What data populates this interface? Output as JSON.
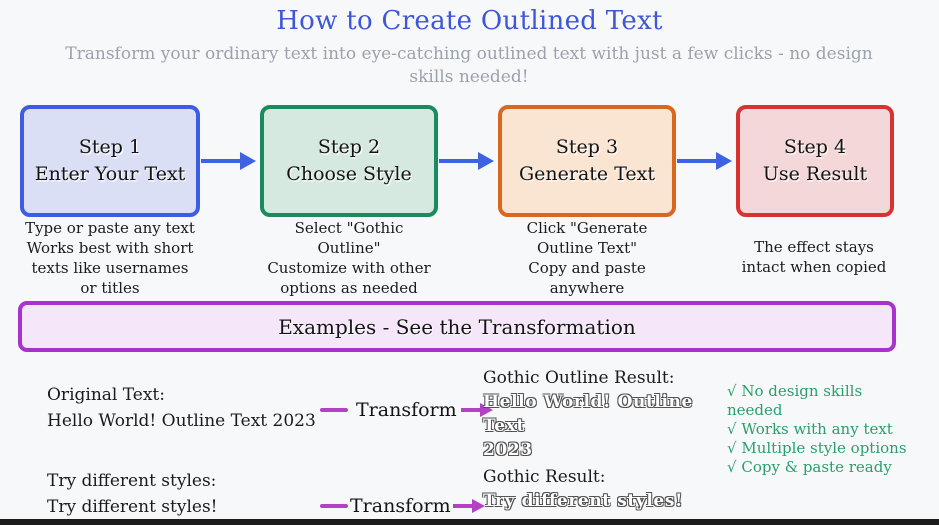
{
  "theme": {
    "background": "#f7f8fa",
    "title_color": "#3f56d6",
    "subtitle_color": "#9ba2ab",
    "flow_arrow_color": "#3d63e2",
    "transform_color": "#b441c5",
    "check_color": "#28a06d",
    "step_colors": [
      {
        "border": "#3d5ce0",
        "fill": "#dbdff6"
      },
      {
        "border": "#1a8a5f",
        "fill": "#d6e9e0"
      },
      {
        "border": "#d9671e",
        "fill": "#fae5d3"
      },
      {
        "border": "#d93232",
        "fill": "#f4d7d8"
      }
    ],
    "banner_border": "#a832cc",
    "banner_fill": "#f5e7f9"
  },
  "header": {
    "title": "How to Create Outlined Text",
    "subtitle": "Transform your ordinary text into eye-catching outlined text with just a few clicks - no design skills needed!"
  },
  "steps": [
    {
      "label": "Step 1",
      "name": "Enter Your Text",
      "caption": [
        "Type or paste any text",
        "Works best with short",
        "texts like usernames",
        "or titles"
      ]
    },
    {
      "label": "Step 2",
      "name": "Choose Style",
      "caption": [
        "Select \"Gothic",
        "Outline\"",
        "Customize with other",
        "options as needed"
      ]
    },
    {
      "label": "Step 3",
      "name": "Generate Text",
      "caption": [
        "Click \"Generate",
        "Outline Text\"",
        "Copy and paste",
        "anywhere"
      ]
    },
    {
      "label": "Step 4",
      "name": "Use Result",
      "caption": [
        "The effect stays",
        "intact when copied"
      ]
    }
  ],
  "examples": {
    "heading": "Examples - See the Transformation",
    "row1": {
      "source_label": "Original Text:",
      "source_text": "Hello World! Outline Text 2023",
      "transform_label": "Transform",
      "result_label": "Gothic Outline Result:",
      "result_lines": [
        "Hello World! Outline Text",
        "2023"
      ]
    },
    "row2": {
      "source_label": "Try different styles:",
      "source_text": "Try different styles!",
      "transform_label": "Transform",
      "result_label": "Gothic Result:",
      "result_lines": [
        "Try different styles!"
      ]
    },
    "checklist": {
      "glyph": "√",
      "items": [
        "No design skills needed",
        "Works with any text",
        "Multiple style options",
        "Copy & paste ready"
      ]
    }
  }
}
